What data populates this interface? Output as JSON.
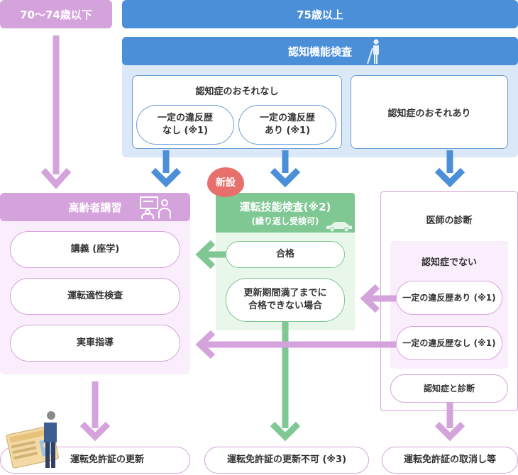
{
  "header_left": "70～74歳以下",
  "header_right": "75歳以上",
  "cognitive_test": {
    "title": "認知機能検査",
    "no_risk": {
      "label": "認知症のおそれなし",
      "option_no_violation": "一定の違反歴\nなし (※1)",
      "option_violation": "一定の違反歴\nあり (※1)"
    },
    "risk": "認知症のおそれあり"
  },
  "elderly_course": {
    "title": "高齢者講習",
    "items": [
      "講義 (座学)",
      "運転適性検査",
      "実車指導"
    ]
  },
  "driving_test": {
    "badge": "新設",
    "title": "運転技能検査(※2)",
    "subtitle": "(繰り返し受検可)",
    "pass": "合格",
    "fail": "更新期間満了までに\n合格できない場合"
  },
  "doctor": {
    "title": "医師の診断",
    "not_dementia": "認知症でない",
    "with_violation": "一定の違反歴あり (※1)",
    "without_violation": "一定の違反歴なし (※1)",
    "dementia": "認知症と診断"
  },
  "results": {
    "renewal": "運転免許証の更新",
    "no_renewal": "運転免許証の更新不可 (※3)",
    "revocation": "運転免許証の取消し等"
  },
  "colors": {
    "purple": "#d5a3dc",
    "purple_bg": "#fbeefc",
    "blue": "#4a8fd8",
    "blue_bg": "#dbe8f7",
    "green": "#7fc793",
    "green_bg": "#e8f7ea",
    "red_badge": "#e8706c"
  }
}
